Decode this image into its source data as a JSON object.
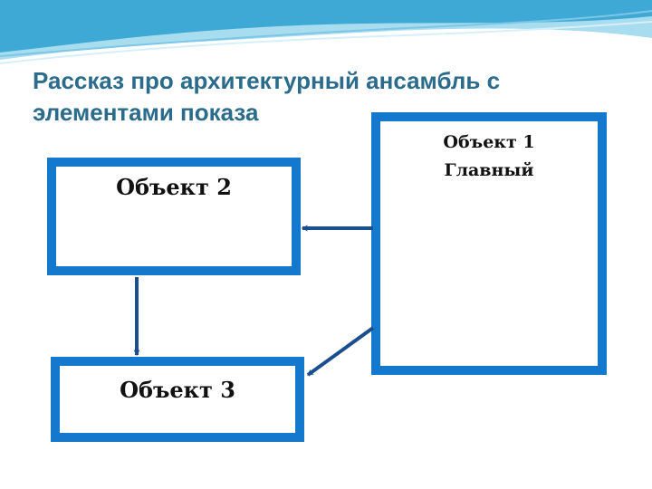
{
  "slide": {
    "title": "Рассказ про архитектурный ансамбль с\nэлементами показа"
  },
  "boxes": {
    "object1": {
      "line1": "Объект 1",
      "line2": "Главный"
    },
    "object2": {
      "label": "Объект 2"
    },
    "object3": {
      "label": "Объект 3"
    }
  },
  "colors": {
    "title": "#2b6b8c",
    "box_border": "#1478cc",
    "arrow": "#1a4f8f",
    "wave_primary": "#3fa9d6",
    "wave_light": "#a8dcef"
  },
  "connectors": [
    {
      "from": "object1",
      "to": "object2"
    },
    {
      "from": "object2",
      "to": "object3"
    },
    {
      "from": "object1",
      "to": "object3"
    }
  ]
}
